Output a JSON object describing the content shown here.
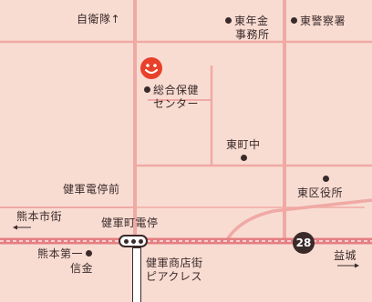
{
  "colors": {
    "background": "#f8dcd2",
    "road": "#f0a9a4",
    "road_dark": "#e47f82",
    "text": "#3a2a2a",
    "accent": "#e8402a"
  },
  "labels": {
    "sdf_north": "自衛隊↑",
    "higashi_nenkin": "東年金",
    "jimusho": "事務所",
    "higashi_police": "東警察署",
    "health_center_1": "総合保健",
    "health_center_2": "センター",
    "higashimachi_jhs": "東町中",
    "kengun_denteizen": "健軍電停前",
    "higashi_ward_office": "東区役所",
    "kumamoto_city_street": "熊本市街",
    "kengunmachi_stop": "健軍町電停",
    "kumamoto_daiichi_1": "熊本第一",
    "kumamoto_daiichi_2": "信金",
    "shotengai_1": "健軍商店街",
    "shotengai_2": "ピアクレス",
    "mashiki": "益城",
    "route_number": "28"
  },
  "icons": {
    "logo": "smiley-logo-icon",
    "west_arrow": "arrow-left-icon",
    "east_arrow": "arrow-right-icon"
  }
}
